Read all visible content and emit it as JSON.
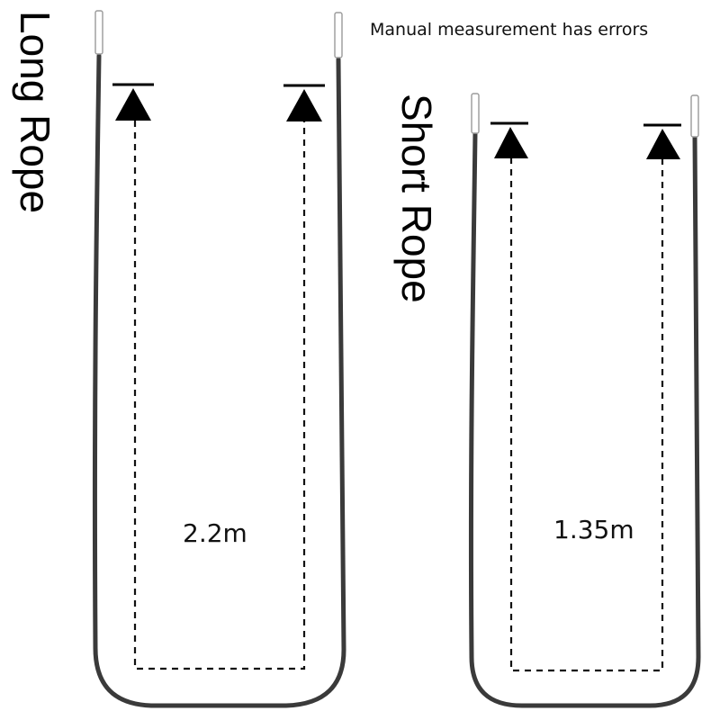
{
  "note": "Manual measurement has errors",
  "ropes": [
    {
      "name": "Long Rope",
      "length": "2.2m"
    },
    {
      "name": "Short Rope",
      "length": "1.35m"
    }
  ],
  "colors": {
    "rope": "#3a3a3a",
    "arrow": "#000000",
    "background": "#ffffff"
  }
}
